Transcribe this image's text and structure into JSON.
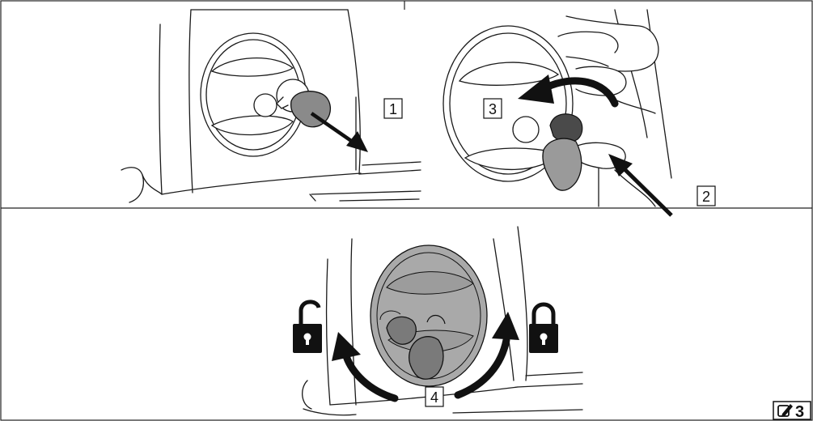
{
  "steps": {
    "step1": "1",
    "step2": "2",
    "step3": "3",
    "step4": "4"
  },
  "icons": {
    "unlock": "padlock-open-icon",
    "lock": "padlock-closed-icon",
    "badge": "edit-note-icon"
  },
  "badge": {
    "number": "3"
  },
  "colors": {
    "line": "#1a1a1a",
    "part_gray": "#8a8a8a",
    "part_dark": "#4a4a4a",
    "disc_gray": "#a9a9a9"
  }
}
